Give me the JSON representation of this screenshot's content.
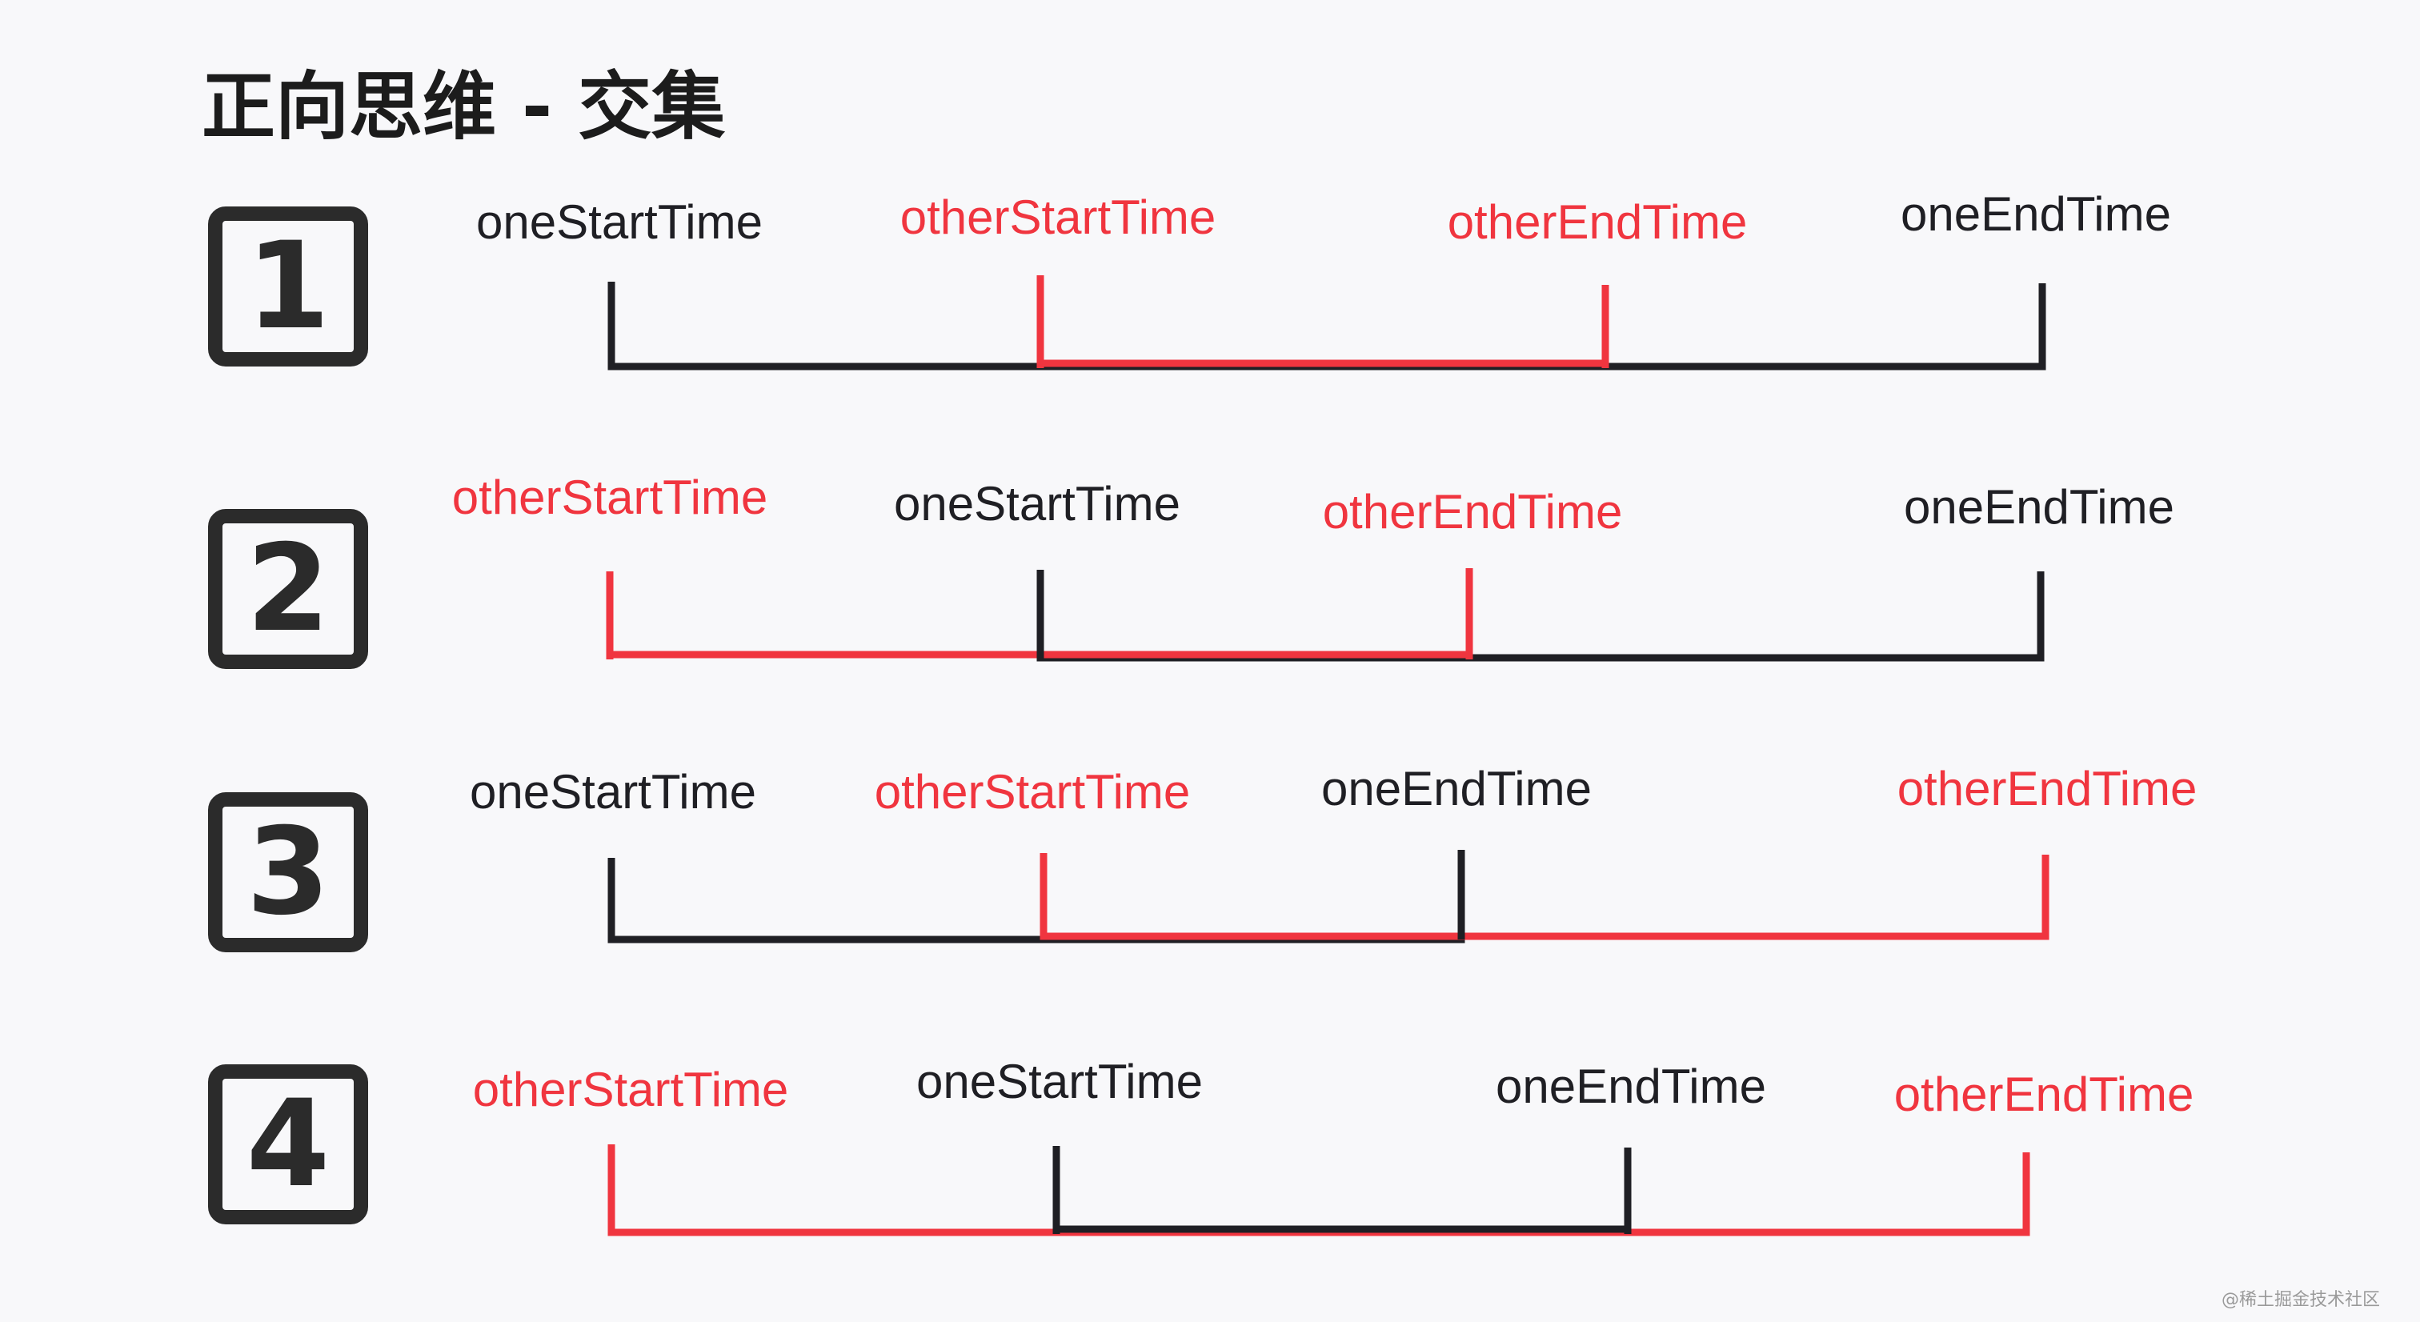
{
  "title": "正向思维 - 交集",
  "colors": {
    "one": "#1f1f24",
    "other": "#f0353f",
    "badge": "#2b2b2b"
  },
  "scenarios": [
    {
      "number": "1",
      "labels": [
        {
          "text": "oneStartTime",
          "series": "one"
        },
        {
          "text": "otherStartTime",
          "series": "other"
        },
        {
          "text": "otherEndTime",
          "series": "other"
        },
        {
          "text": "oneEndTime",
          "series": "one"
        }
      ]
    },
    {
      "number": "2",
      "labels": [
        {
          "text": "otherStartTime",
          "series": "other"
        },
        {
          "text": "oneStartTime",
          "series": "one"
        },
        {
          "text": "otherEndTime",
          "series": "other"
        },
        {
          "text": "oneEndTime",
          "series": "one"
        }
      ]
    },
    {
      "number": "3",
      "labels": [
        {
          "text": "oneStartTime",
          "series": "one"
        },
        {
          "text": "otherStartTime",
          "series": "other"
        },
        {
          "text": "oneEndTime",
          "series": "one"
        },
        {
          "text": "otherEndTime",
          "series": "other"
        }
      ]
    },
    {
      "number": "4",
      "labels": [
        {
          "text": "otherStartTime",
          "series": "other"
        },
        {
          "text": "oneStartTime",
          "series": "one"
        },
        {
          "text": "oneEndTime",
          "series": "one"
        },
        {
          "text": "otherEndTime",
          "series": "other"
        }
      ]
    }
  ],
  "watermark": "@稀土掘金技术社区"
}
